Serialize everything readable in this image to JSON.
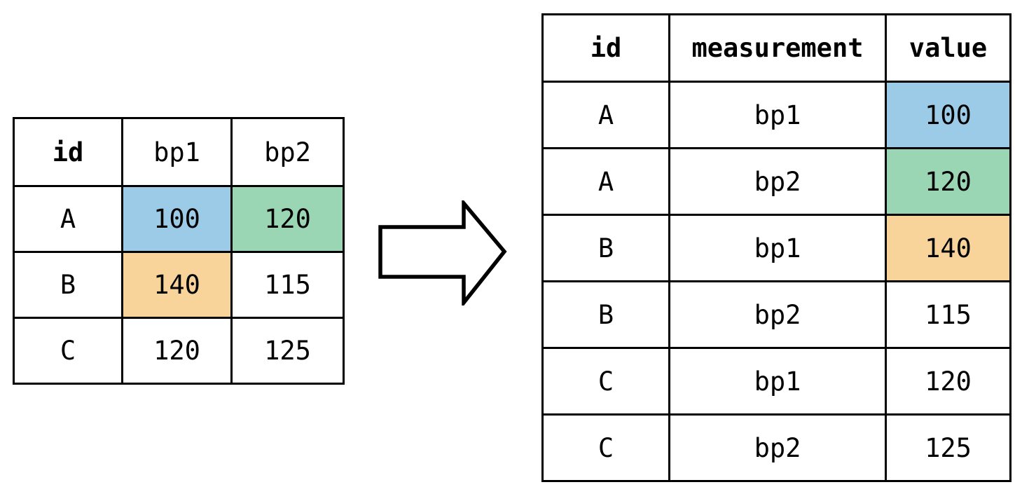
{
  "colors": {
    "background": "#ffffff",
    "border": "#000000",
    "text": "#000000",
    "highlight_blue": "#9ccbe8",
    "highlight_green": "#9ad6b4",
    "highlight_orange": "#f8d49b"
  },
  "wide_table": {
    "headers": [
      "id",
      "bp1",
      "bp2"
    ],
    "rows": [
      {
        "id": "A",
        "bp1": "100",
        "bp2": "120"
      },
      {
        "id": "B",
        "bp1": "140",
        "bp2": "115"
      },
      {
        "id": "C",
        "bp1": "120",
        "bp2": "125"
      }
    ],
    "highlights": [
      {
        "row": "A",
        "column": "bp1",
        "color": "highlight_blue"
      },
      {
        "row": "A",
        "column": "bp2",
        "color": "highlight_green"
      },
      {
        "row": "B",
        "column": "bp1",
        "color": "highlight_orange"
      }
    ]
  },
  "long_table": {
    "headers": [
      "id",
      "measurement",
      "value"
    ],
    "rows": [
      {
        "id": "A",
        "measurement": "bp1",
        "value": "100"
      },
      {
        "id": "A",
        "measurement": "bp2",
        "value": "120"
      },
      {
        "id": "B",
        "measurement": "bp1",
        "value": "140"
      },
      {
        "id": "B",
        "measurement": "bp2",
        "value": "115"
      },
      {
        "id": "C",
        "measurement": "bp1",
        "value": "120"
      },
      {
        "id": "C",
        "measurement": "bp2",
        "value": "125"
      }
    ],
    "highlights": [
      {
        "row_index": 0,
        "column": "value",
        "color": "highlight_blue"
      },
      {
        "row_index": 1,
        "column": "value",
        "color": "highlight_green"
      },
      {
        "row_index": 2,
        "column": "value",
        "color": "highlight_orange"
      }
    ]
  },
  "arrow": {
    "icon": "right-block-arrow"
  }
}
